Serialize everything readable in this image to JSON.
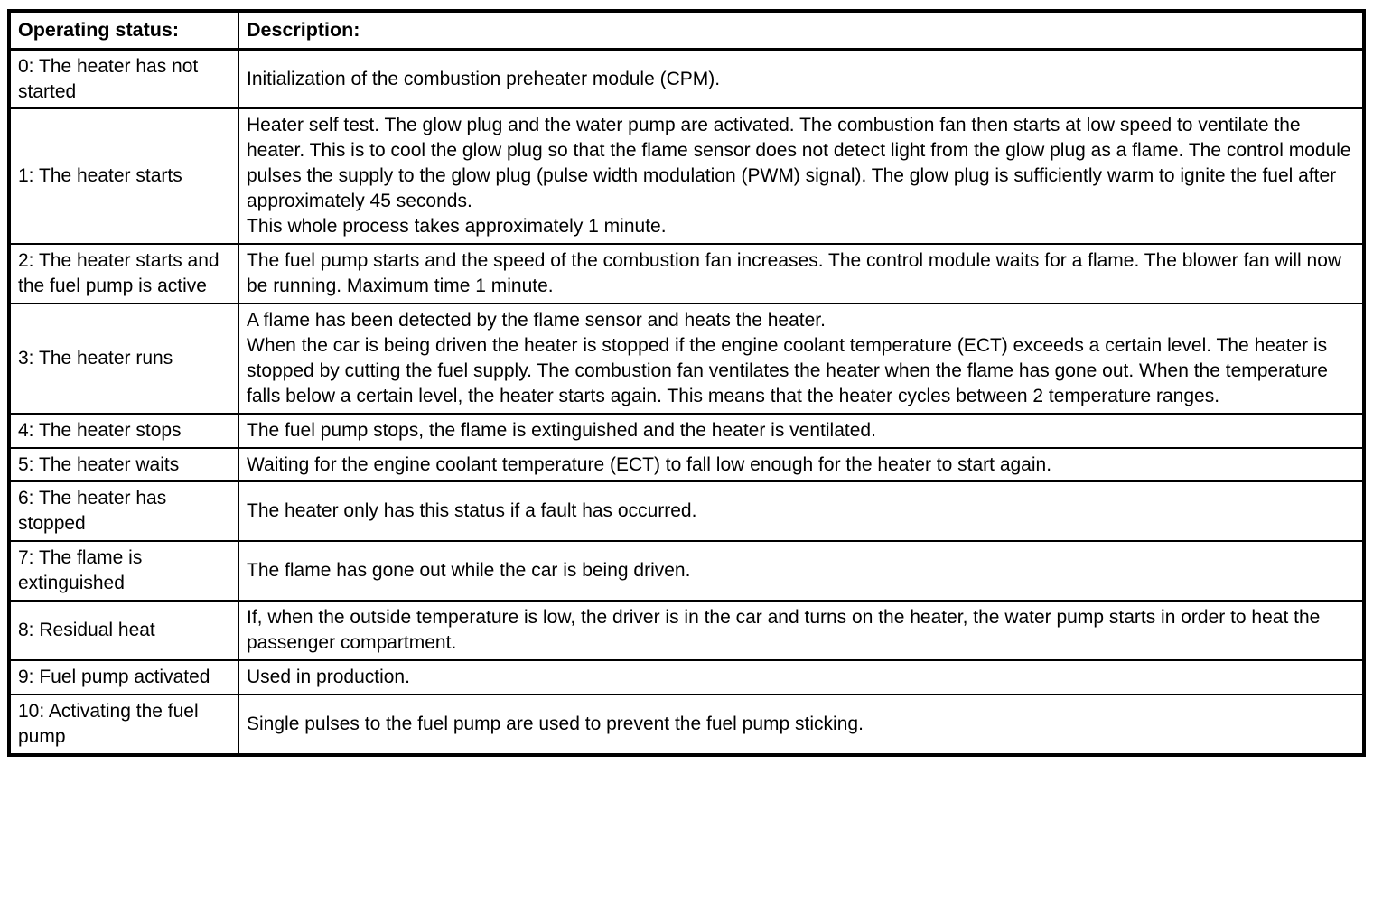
{
  "table": {
    "headers": {
      "status": "Operating status:",
      "description": "Description:"
    },
    "rows": [
      {
        "status": "0: The heater has not started",
        "description": "Initialization of the combustion preheater module (CPM)."
      },
      {
        "status": "1: The heater starts",
        "description": "Heater self test. The glow plug and the water pump are activated. The combustion fan then starts at low speed to ventilate the heater. This is to cool the glow plug so that the flame sensor does not detect light from the glow plug as a flame. The control module pulses the supply to the glow plug (pulse width modulation (PWM) signal). The glow plug is sufficiently warm to ignite the fuel after approximately 45 seconds.\nThis whole process takes approximately 1 minute."
      },
      {
        "status": "2: The heater starts and the fuel pump is active",
        "description": "The fuel pump starts and the speed of the combustion fan increases. The control module waits for a flame. The blower fan will now be running. Maximum time 1 minute."
      },
      {
        "status": "3: The heater runs",
        "description": "A flame has been detected by the flame sensor and heats the heater.\nWhen the car is being driven the heater is stopped if the engine coolant temperature (ECT) exceeds a certain level. The heater is stopped by cutting the fuel supply. The combustion fan ventilates the heater when the flame has gone out. When the temperature falls below a certain level, the heater starts again. This means that the heater cycles between 2 temperature ranges."
      },
      {
        "status": "4: The heater stops",
        "description": "The fuel pump stops, the flame is extinguished and the heater is ventilated."
      },
      {
        "status": "5: The heater waits",
        "description": "Waiting for the engine coolant temperature (ECT) to fall low enough for the heater to start again."
      },
      {
        "status": "6: The heater has stopped",
        "description": "The heater only has this status if a fault has occurred."
      },
      {
        "status": "7: The flame is extinguished",
        "description": "The flame has gone out while the car is being driven."
      },
      {
        "status": "8: Residual heat",
        "description": "If, when the outside temperature is low, the driver is in the car and turns on the heater, the water pump starts in order to heat the passenger compartment."
      },
      {
        "status": "9: Fuel pump activated",
        "description": "Used in production."
      },
      {
        "status": "10: Activating the fuel pump",
        "description": "Single pulses to the fuel pump are used to prevent the fuel pump sticking."
      }
    ]
  },
  "colors": {
    "border": "#000000",
    "text": "#000000",
    "background": "#ffffff"
  }
}
